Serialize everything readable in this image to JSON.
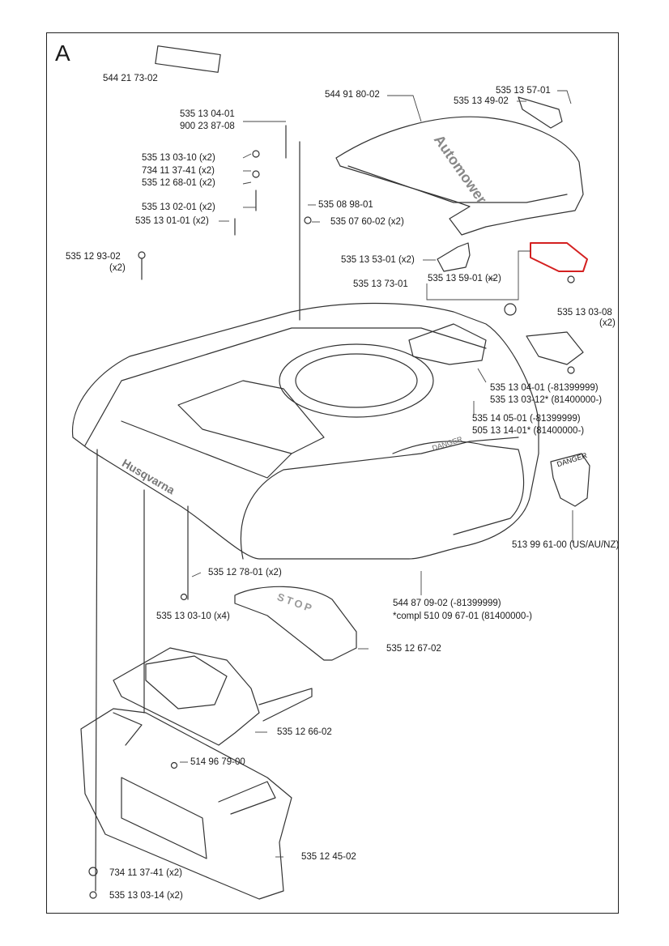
{
  "section_letter": "A",
  "decal_text": "Husqvarna",
  "cover_decal_text": "Automower",
  "stop_text": "STOP",
  "danger_text": "DANGER",
  "highlight_color": "#d42020",
  "labels": {
    "p54421730": "544 21 73-02",
    "p53513040_1": "535 13 04-01",
    "p90023878": "900 23 87-08",
    "p54491800": "544 91 80-02",
    "p53513570": "535 13 57-01",
    "p53513490": "535 13 49-02",
    "p53513031": "535 13 03-10 (x2)",
    "p73411374_1": "734 11 37-41 (x2)",
    "p53512680": "535 12 68-01 (x2)",
    "p53513020": "535 13 02-01 (x2)",
    "p53508980": "535 08 98-01",
    "p53513010": "535 13 01-01 (x2)",
    "p53507600": "535 07 60-02 (x2)",
    "p53512930": "535 12 93-02",
    "p53512930x": "(x2)",
    "p53513530": "535 13 53-01 (x2)",
    "p53513730": "535 13 73-01",
    "p53513590": "535 13 59-01 (x2)",
    "p53513038": "535 13 03-08",
    "p53513038x": "(x2)",
    "p53513040_2": "535 13 04-01 (-81399999)",
    "p53513031_2": "535 13 03-12* (81400000-)",
    "p53514050": "535 14 05-01 (-81399999)",
    "p50513140": "505 13 14-01* (81400000-)",
    "p51399610": "513 99 61-00 (US/AU/NZ)",
    "p54487090": "544 87 09-02 (-81399999)",
    "p51009670": "*compl 510 09 67-01 (81400000-)",
    "p53512780": "535 12 78-01 (x2)",
    "p53513031_4": "535 13 03-10 (x4)",
    "p53512670": "535 12 67-02",
    "p53512660": "535 12 66-02",
    "p51496790": "514 96 79-00",
    "p53512450": "535 12 45-02",
    "p73411374_2": "734 11 37-41 (x2)",
    "p53513031_4b": "535 13 03-14 (x2)"
  }
}
